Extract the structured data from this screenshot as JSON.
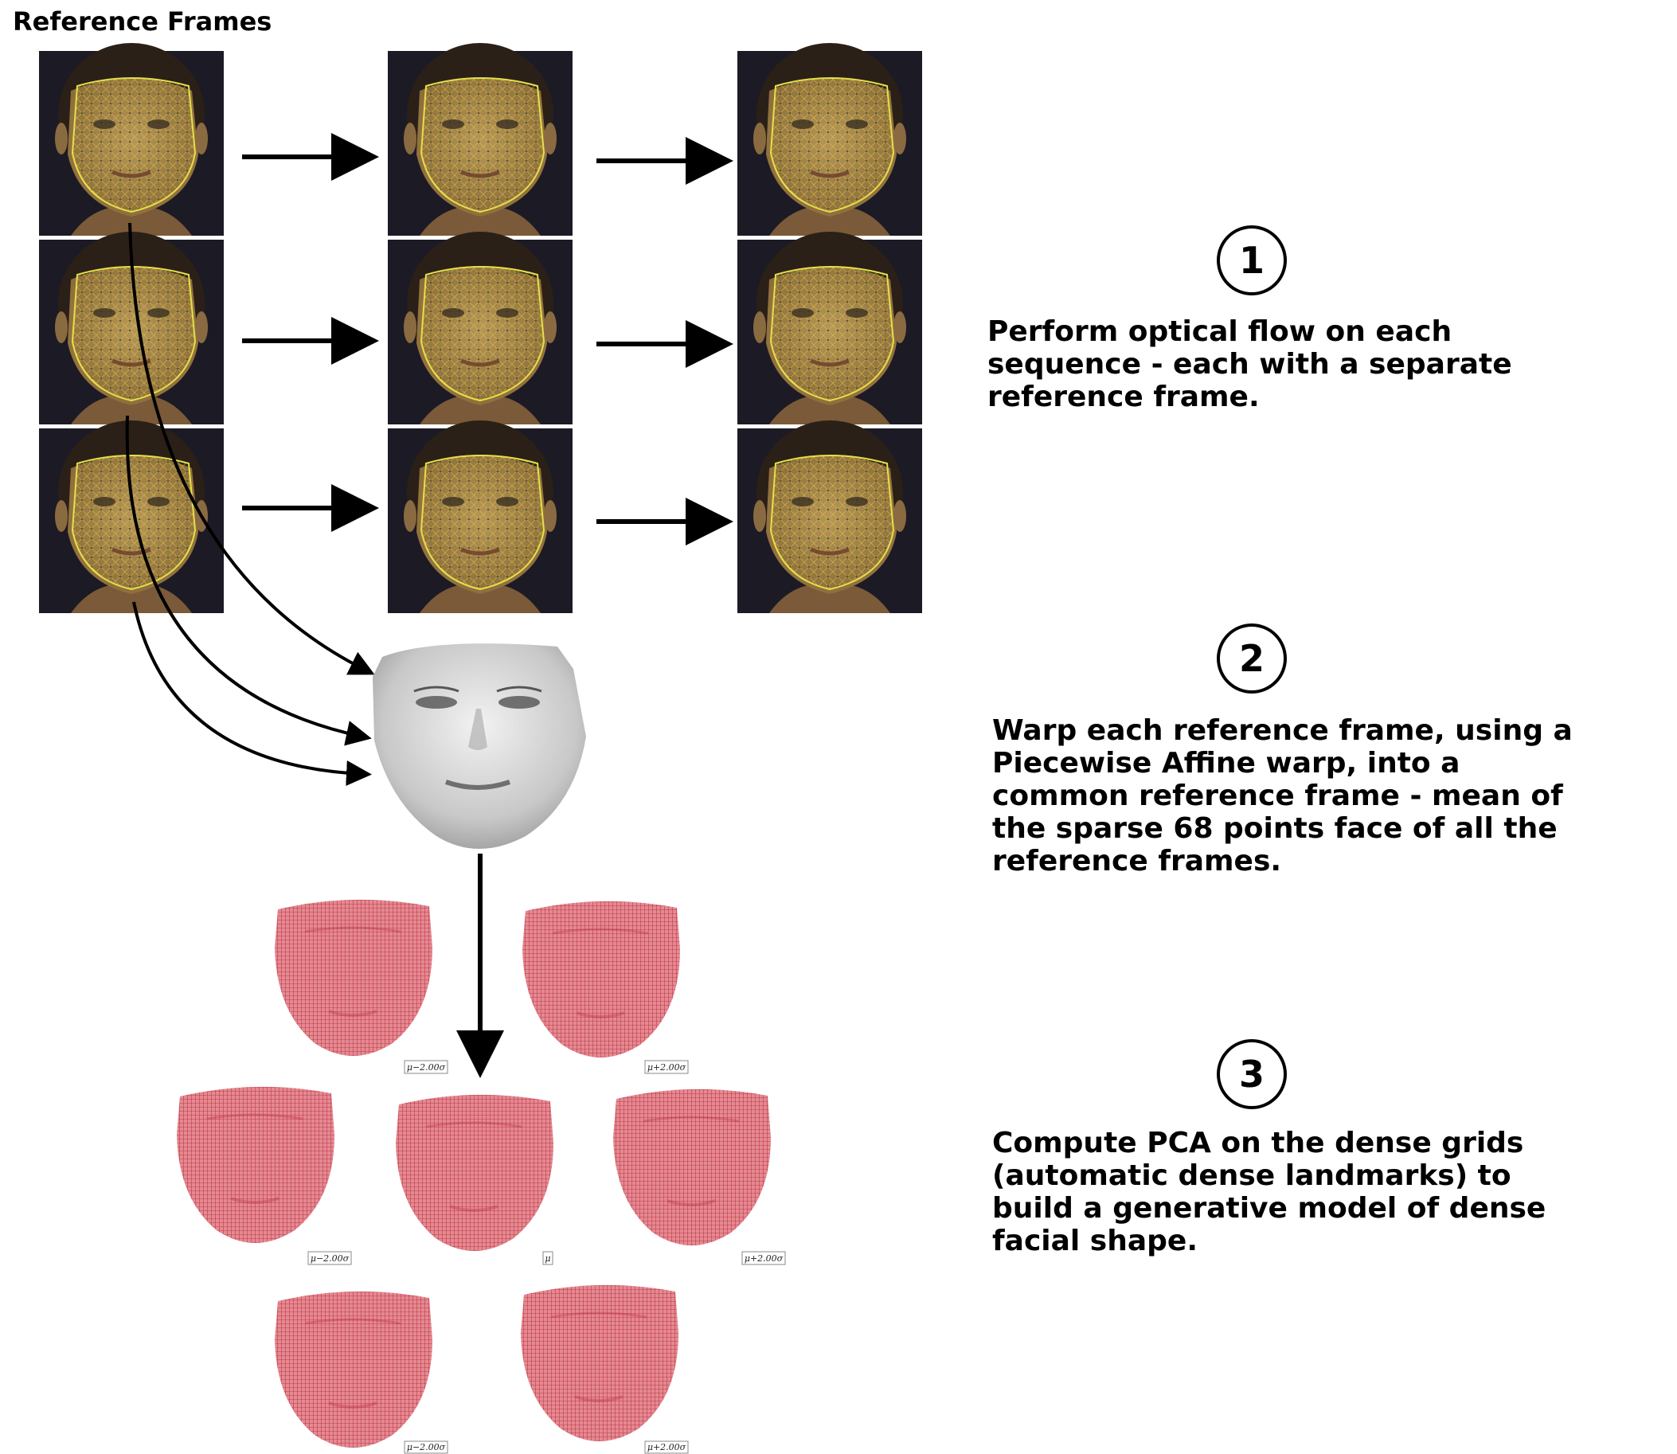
{
  "title": "Reference Frames",
  "steps": [
    {
      "number": "1",
      "lines": [
        "Perform optical flow on each",
        "sequence - each with a separate",
        "reference frame."
      ]
    },
    {
      "number": "2",
      "lines": [
        "Warp each reference frame, using a",
        "Piecewise Affine warp, into a",
        "common reference frame - mean of",
        "the sparse 68 points face of all the",
        "reference frames."
      ]
    },
    {
      "number": "3",
      "lines": [
        "Compute PCA on the dense grids",
        "(automatic dense landmarks) to",
        "build a generative model of dense",
        "facial shape."
      ]
    }
  ],
  "pca_labels": {
    "r1_left": "μ−2.00σ",
    "r1_right": "μ+2.00σ",
    "r2_left": "μ−2.00σ",
    "r2_center": "μ",
    "r2_right": "μ+2.00σ",
    "r3_left": "μ−2.00σ",
    "r3_right": "μ+2.00σ"
  },
  "colors": {
    "skin": "#a88a4a",
    "background": "#1c1a24",
    "grid": "#d8cf3a",
    "pca_fill": "#e48a92",
    "pca_grid": "#c23a4a",
    "arrow": "#000000"
  }
}
